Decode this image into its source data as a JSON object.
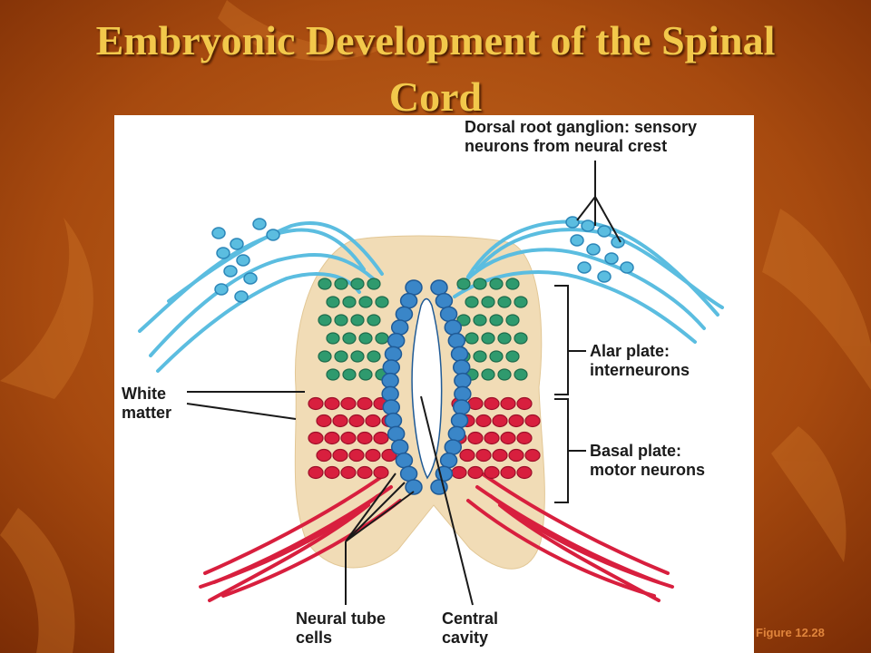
{
  "slide": {
    "title": "Embryonic Development of the Spinal Cord",
    "figure_ref": "Figure 12.28"
  },
  "labels": {
    "dorsal_root_ganglion": "Dorsal root ganglion: sensory\nneurons from neural crest",
    "white_matter": "White\nmatter",
    "alar_plate": "Alar plate:\ninterneurons",
    "basal_plate": "Basal plate:\nmotor neurons",
    "neural_tube_cells": "Neural tube\ncells",
    "central_cavity": "Central\ncavity"
  },
  "colors": {
    "background": "#a4460c",
    "title": "#f2c84b",
    "spinal_cord": "#f1dcb6",
    "sensory_neurons": "#5bbde0",
    "interneurons": "#2f9a6e",
    "motor_neurons": "#d81f3e",
    "neural_tube": "#3a86c8",
    "leader_lines": "#1a1a1a"
  }
}
